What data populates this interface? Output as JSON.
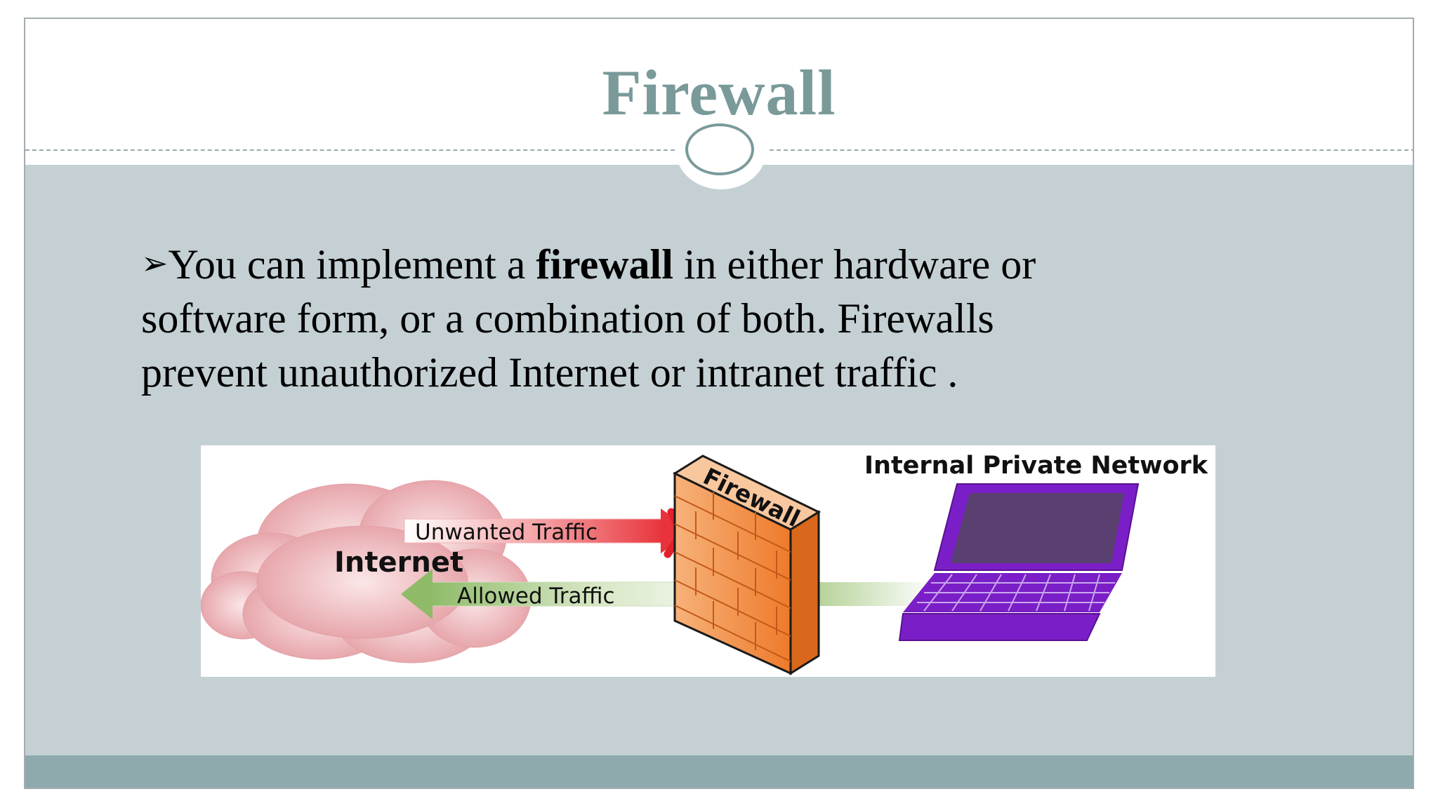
{
  "slide": {
    "title": "Firewall",
    "body": {
      "bullet_glyph": "➢",
      "segment_1": "You can implement a ",
      "bold_term": "firewall",
      "segment_2": " in either hardware or",
      "line_2": "software form, or a combination of both. Firewalls",
      "line_3": "prevent unauthorized Internet  or intranet traffic ."
    }
  },
  "diagram": {
    "network_label": "Internal Private Network",
    "cloud_label": "Internet",
    "wall_label": "Firewall",
    "unwanted_label": "Unwanted Traffic",
    "allowed_label": "Allowed Traffic",
    "colors": {
      "cloud": "#e8a3a8",
      "unwanted_arrow": "#e8333a",
      "allowed_arrow": "#9cc27a",
      "wall": "#f18a3c",
      "laptop": "#7a1fc7",
      "screen": "#5a4070",
      "block_mark": "#e0202a"
    }
  }
}
